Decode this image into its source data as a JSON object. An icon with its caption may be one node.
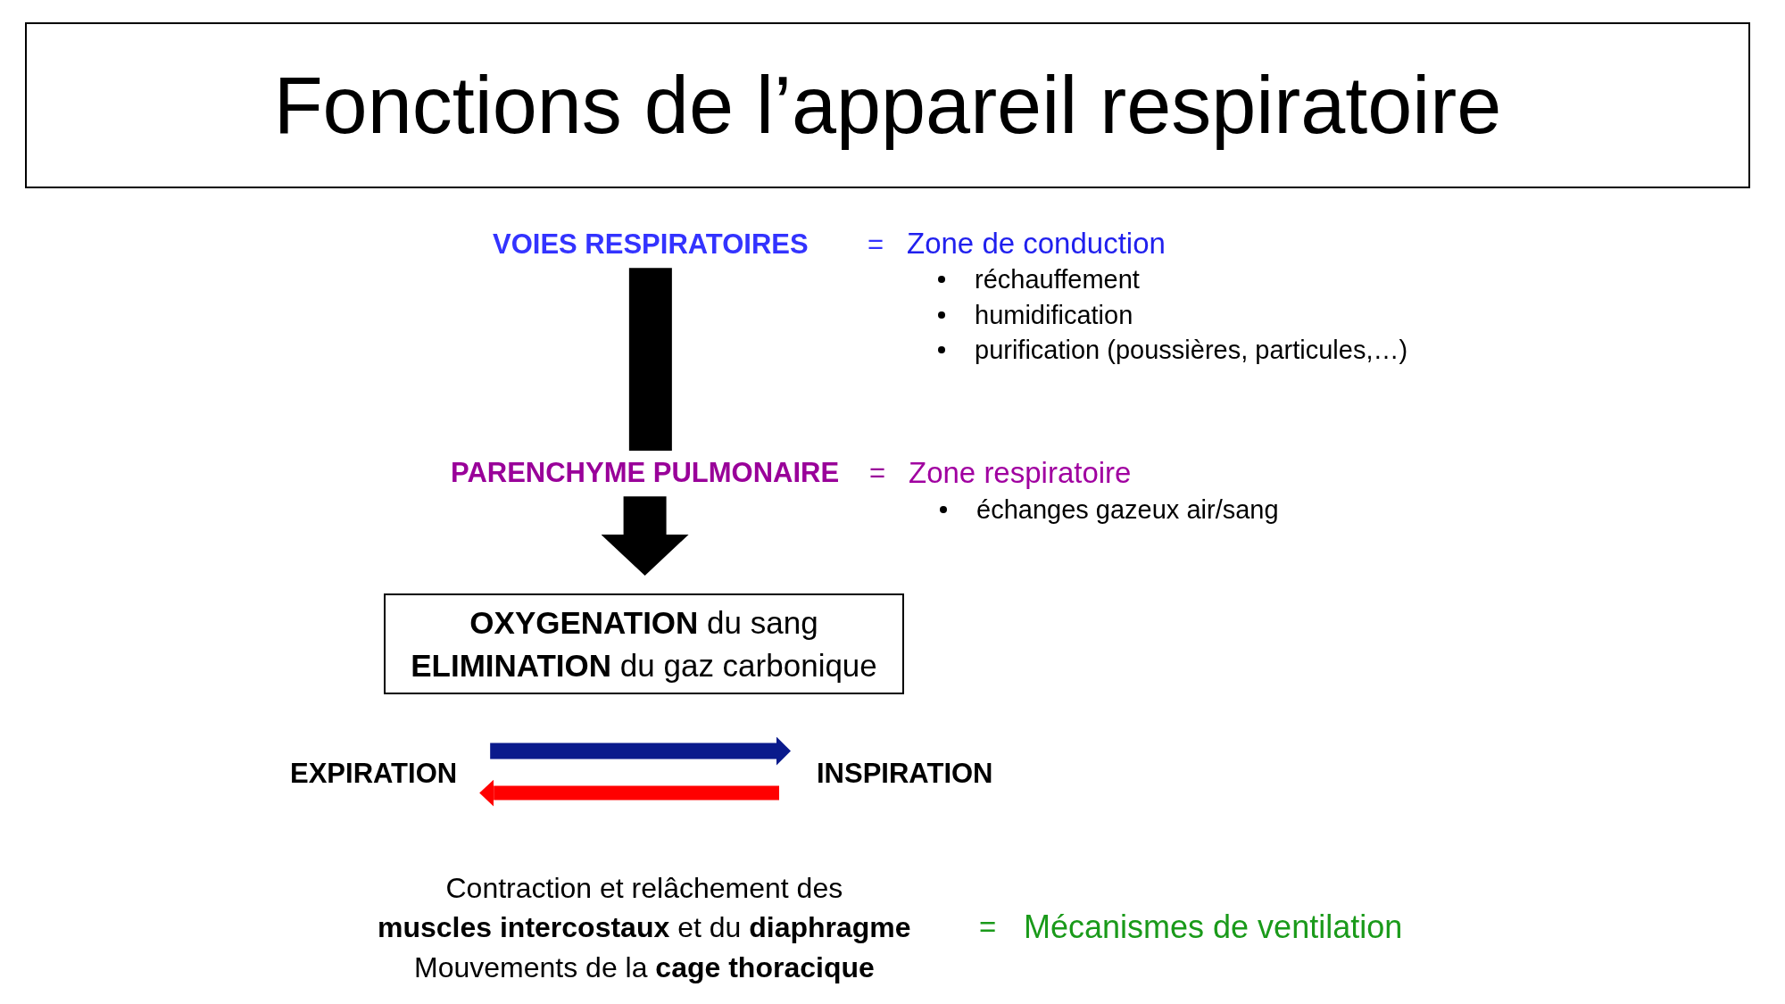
{
  "diagram": {
    "title": "Fonctions de l’appareil respiratoire",
    "nodes": [
      {
        "text": [
          "VOIES RESPIRATOIRES"
        ]
      },
      {
        "text": [
          "PARENCHYME PULMONAIRE"
        ]
      },
      {
        "text": [
          "**OXYGENATION** du sang",
          "**ELIMINATION** du gaz carbonique"
        ]
      },
      {
        "text": [
          "EXPIRATION"
        ]
      },
      {
        "text": [
          "INSPIRATION"
        ]
      }
    ],
    "edges": [
      {
        "from": 0,
        "to": 1,
        "arrow": "none",
        "style": "thick"
      },
      {
        "from": 1,
        "to": 2,
        "arrow": "to",
        "style": "thick"
      },
      {
        "from": 3,
        "to": 4,
        "arrow": "to",
        "color": "#0a1a8c"
      },
      {
        "from": 4,
        "to": 3,
        "arrow": "to",
        "color": "#ff0000"
      }
    ],
    "labels": [
      "=",
      "Zone de conduction",
      "réchauffement",
      "humidification",
      "purification (poussières, particules,…)",
      "=",
      "Zone respiratoire",
      "échanges gazeux air/sang",
      "Contraction et relâchement des",
      "**muscles intercostaux** et du **diaphragme**",
      "=",
      "Mécanismes de ventilation",
      "Mouvements de la **cage thoracique**"
    ]
  }
}
